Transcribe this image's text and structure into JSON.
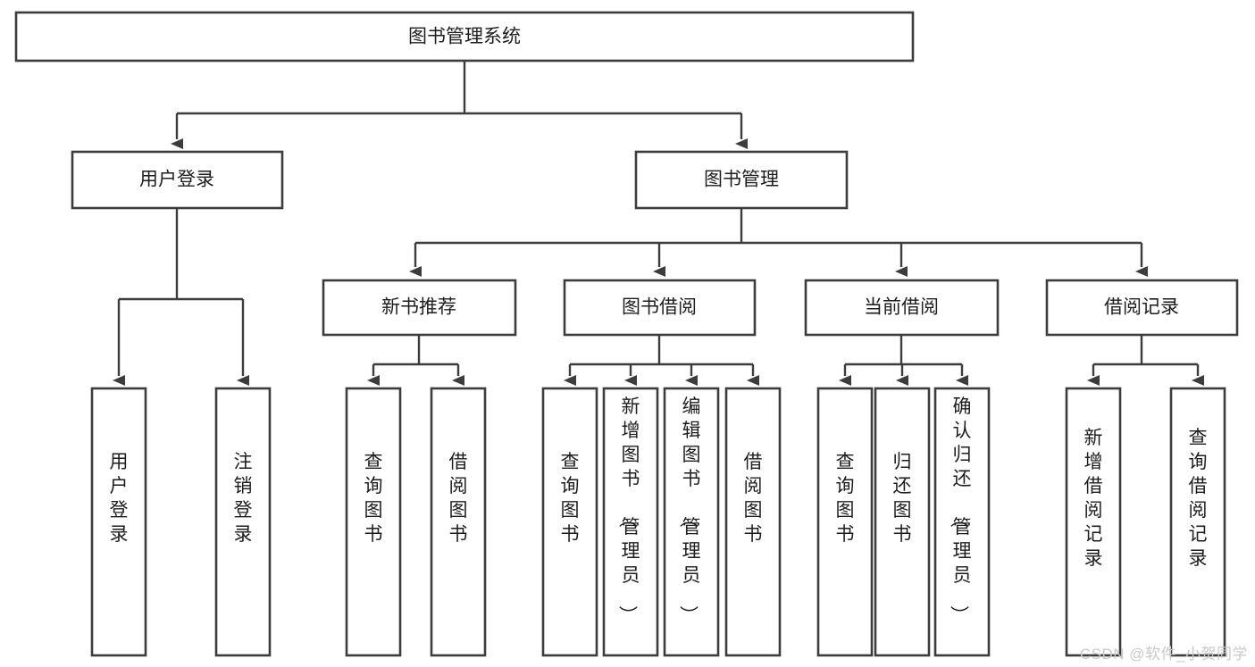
{
  "diagram": {
    "title": "图书管理系统",
    "type": "tree-hierarchy",
    "orientation": "top-down",
    "colors": {
      "box_stroke": "#3c3c3c",
      "box_fill": "#ffffff",
      "edge": "#3c3c3c",
      "text": "#1d1d1d",
      "watermark": "#c9c9c9",
      "background": "#ffffff"
    },
    "root": {
      "label": "图书管理系统"
    },
    "level2": [
      {
        "label": "用户登录"
      },
      {
        "label": "图书管理"
      }
    ],
    "level3": [
      {
        "label": "新书推荐"
      },
      {
        "label": "图书借阅"
      },
      {
        "label": "当前借阅"
      },
      {
        "label": "借阅记录"
      }
    ],
    "leaves": {
      "user_login": [
        {
          "label": "用户登录"
        },
        {
          "label": "注销登录"
        }
      ],
      "new_book_recommend": [
        {
          "label": "查询图书"
        },
        {
          "label": "借阅图书"
        }
      ],
      "book_borrow": [
        {
          "label": "查询图书"
        },
        {
          "label": "新增图书（管理员）"
        },
        {
          "label": "编辑图书（管理员）"
        },
        {
          "label": "借阅图书"
        }
      ],
      "current_borrow": [
        {
          "label": "查询图书"
        },
        {
          "label": "归还图书"
        },
        {
          "label": "确认归还（管理员）"
        }
      ],
      "borrow_record": [
        {
          "label": "新增借阅记录"
        },
        {
          "label": "查询借阅记录"
        }
      ]
    }
  },
  "watermark": {
    "text": "CSDN @软件_小贺同学"
  }
}
